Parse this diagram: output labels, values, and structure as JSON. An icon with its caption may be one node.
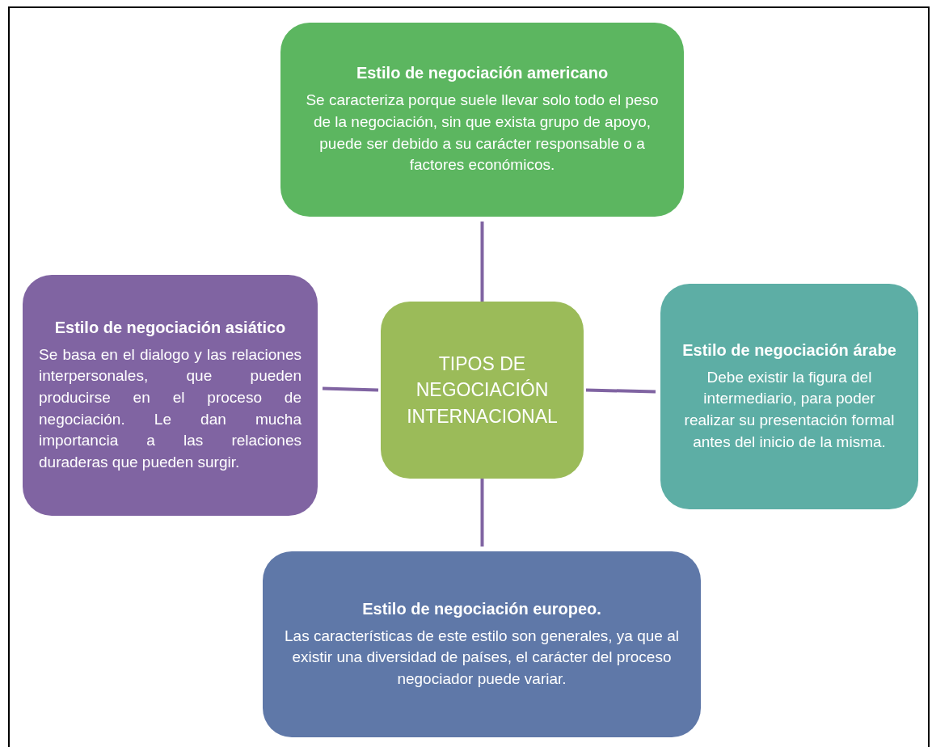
{
  "diagram": {
    "nodes": [
      {
        "text": [
          "Estilo de negociación americano",
          "Se caracteriza porque suele llevar solo todo el peso de la negociación, sin que exista grupo de apoyo, puede ser debido a su carácter responsable o a factores económicos."
        ]
      },
      {
        "text": [
          "Estilo de negociación asiático",
          "Se basa en el dialogo y las relaciones interpersonales, que pueden producirse en el proceso de negociación. Le dan mucha importancia a las relaciones duraderas que pueden surgir."
        ]
      },
      {
        "text": [
          "TIPOS DE NEGOCIACIÓN INTERNACIONAL"
        ]
      },
      {
        "text": [
          "Estilo de negociación árabe",
          "Debe existir la figura del intermediario, para poder realizar su presentación formal antes del inicio de la misma."
        ]
      },
      {
        "text": [
          "Estilo de negociación europeo.",
          "Las características de este estilo son generales, ya que al existir una diversidad de países, el carácter del proceso negociador puede variar."
        ]
      }
    ],
    "edges": [
      {
        "from": 2,
        "to": 0,
        "arrow": "none"
      },
      {
        "from": 2,
        "to": 1,
        "arrow": "none"
      },
      {
        "from": 2,
        "to": 3,
        "arrow": "none"
      },
      {
        "from": 2,
        "to": 4,
        "arrow": "none"
      }
    ]
  }
}
